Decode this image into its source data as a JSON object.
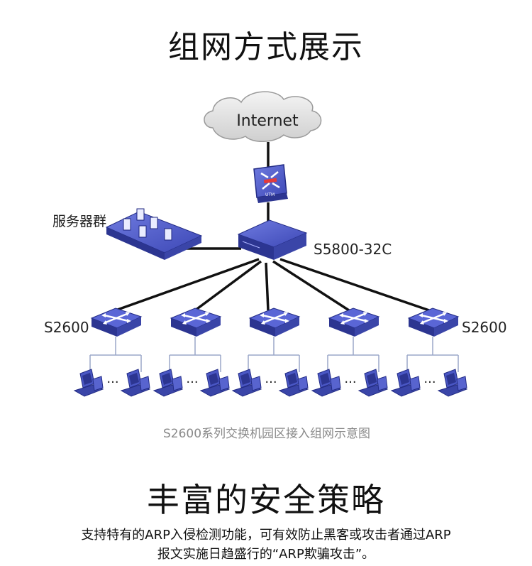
{
  "header": {
    "title": "组网方式展示"
  },
  "diagram": {
    "cloud_label": "Internet",
    "utm_label": "UTM",
    "core_switch_label": "S5800-32C",
    "server_group_label": "服务器群",
    "access_switch_label_left": "S2600",
    "access_switch_label_right": "S2600",
    "ellipsis": "···",
    "caption": "S2600系列交换机园区接入组网示意图"
  },
  "section2": {
    "title": "丰富的安全策略",
    "desc_line1": "支持特有的ARP入侵检测功能，可有效防止黑客或攻击者通过ARP",
    "desc_line2": "报文实施日趋盛行的“ARP欺骗攻击”。"
  },
  "colors": {
    "device_blue": "#4a57c4",
    "device_dark": "#2c3591",
    "link": "#111111",
    "lan_line": "#9aa7c8"
  }
}
